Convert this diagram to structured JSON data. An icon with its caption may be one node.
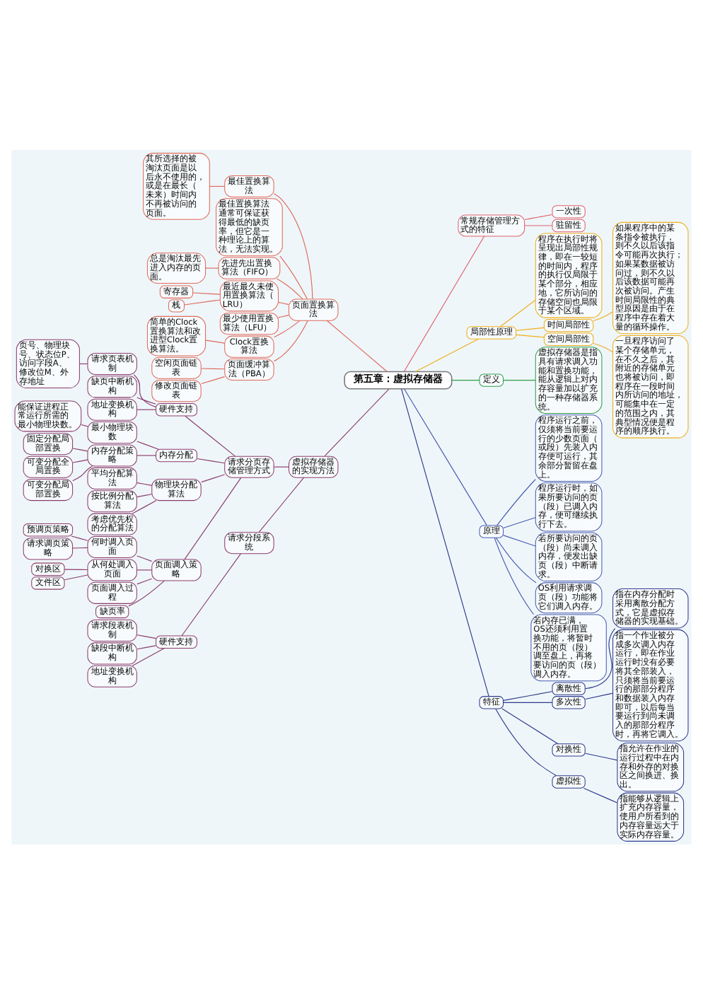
{
  "diagram": {
    "nodes": [
      {
        "text": [
          "第五章：虚拟存储器"
        ]
      },
      {
        "text": [
          "常规存储管理方式的特征"
        ]
      },
      {
        "text": [
          "一次性"
        ]
      },
      {
        "text": [
          "驻留性"
        ]
      },
      {
        "text": [
          "局部性原理"
        ]
      },
      {
        "text": [
          "程序在执行时将呈现出局部性规律，即在一较短的时间内，程序的执行仅局限于某个部分，相应地，它所访问的存储空间也局限于某个区域。"
        ]
      },
      {
        "text": [
          "时间局部性"
        ]
      },
      {
        "text": [
          "如果程序中的某条指令被执行，则不久以后该指令可能再次执行；如果某数据被访问过，则不久以后该数据可能再次被访问。产生时间局限性的典型原因是由于在程序中存在着大量的循环操作。"
        ]
      },
      {
        "text": [
          "空间局部性"
        ]
      },
      {
        "text": [
          "一旦程序访问了某个存储单元，在不久之后，其附近的存储单元也将被访问，即程序在一段时间内所访问的地址，可能集中在一定的范围之内，其典型情况便是程序的顺序执行。"
        ]
      },
      {
        "text": [
          "定义"
        ]
      },
      {
        "text": [
          "虚拟存储器是指具有请求调入功能和置换功能，能从逻辑上对内存容量加以扩充的一种存储器系统。"
        ]
      },
      {
        "text": [
          "原理"
        ]
      },
      {
        "text": [
          "程序运行之前，仅须将当前要运行的少数页面（或段）先装入内存便可运行，其余部分暂留在盘上。"
        ]
      },
      {
        "text": [
          "程序运行时，如果所要访问的页（段）已调入内存，便可继续执行下去。"
        ]
      },
      {
        "text": [
          "若所要访问的页（段）尚未调入内存，便发出缺页（段）中断请求。"
        ]
      },
      {
        "text": [
          "OS利用请求调页（段）功能将它们调入内存。"
        ]
      },
      {
        "text": [
          "若内存已满，OS还须利用置换功能，将暂时不用的页（段）调至盘上，再将要访问的页（段）调入内存。"
        ]
      },
      {
        "text": [
          "特征"
        ]
      },
      {
        "text": [
          "离散性"
        ]
      },
      {
        "text": [
          "指在内存分配时采用离散分配方式，它是虚拟存储器的实现基础。"
        ]
      },
      {
        "text": [
          "多次性"
        ]
      },
      {
        "text": [
          "指一个作业被分成多次调入内存运行，即在作业运行时没有必要将其全部装入，只须将当前要运行的那部分程序和数据装入内存即可，以后每当要运行到尚未调入的那部分程序时，再将它调入。"
        ]
      },
      {
        "text": [
          "对换性"
        ]
      },
      {
        "text": [
          "指允许在作业的运行过程中在内存和外存的对换区之间换进、换出。"
        ]
      },
      {
        "text": [
          "虚拟性"
        ]
      },
      {
        "text": [
          "指能够从逻辑上扩充内存容量，使用户所看到的内存容量远大于实际内存容量。"
        ]
      },
      {
        "text": [
          "页面置换算法"
        ]
      },
      {
        "text": [
          "最佳置换算法"
        ]
      },
      {
        "text": [
          "其所选择的被淘汰页面是以后永不使用的，或是在最长（未来）时间内不再被访问的页面。"
        ]
      },
      {
        "text": [
          "最佳置换算法通常可保证获得最低的缺页率，但它是一种理论上的算法，无法实现。"
        ]
      },
      {
        "text": [
          "先进先出置换算法（FIFO）"
        ]
      },
      {
        "text": [
          "总是淘汰最先进入内存的页面。"
        ]
      },
      {
        "text": [
          "最近最久未使用置换算法（LRU）"
        ]
      },
      {
        "text": [
          "寄存器"
        ]
      },
      {
        "text": [
          "栈"
        ]
      },
      {
        "text": [
          "最少使用置换算法（LFU）"
        ]
      },
      {
        "text": [
          "Clock置换算法"
        ]
      },
      {
        "text": [
          "简单的Clock置换算法和改进型Clock置换算法。"
        ]
      },
      {
        "text": [
          "页面缓冲算法（PBA）"
        ]
      },
      {
        "text": [
          "空闲页面链表"
        ]
      },
      {
        "text": [
          "修改页面链表"
        ]
      },
      {
        "text": [
          "虚拟存储器的实现方法"
        ]
      },
      {
        "text": [
          "请求分页存储管理方式"
        ]
      },
      {
        "text": [
          "硬件支持"
        ]
      },
      {
        "text": [
          "请求页表机制"
        ]
      },
      {
        "text": [
          "页号、物理块号、状态位P、访问字段A、修改位M、外存地址"
        ]
      },
      {
        "text": [
          "缺页中断机构"
        ]
      },
      {
        "text": [
          "地址变换机构"
        ]
      },
      {
        "text": [
          "内存分配"
        ]
      },
      {
        "text": [
          "最小物理块数"
        ]
      },
      {
        "text": [
          "能保证进程正常运行所需的最小物理块数。"
        ]
      },
      {
        "text": [
          "内存分配策略"
        ]
      },
      {
        "text": [
          "固定分配局部置换"
        ]
      },
      {
        "text": [
          "可变分配全局置换"
        ]
      },
      {
        "text": [
          "可变分配局部置换"
        ]
      },
      {
        "text": [
          "物理块分配算法"
        ]
      },
      {
        "text": [
          "平均分配算法"
        ]
      },
      {
        "text": [
          "按比例分配算法"
        ]
      },
      {
        "text": [
          "考虑优先权的分配算法"
        ]
      },
      {
        "text": [
          "页面调入策略"
        ]
      },
      {
        "text": [
          "何时调入页面"
        ]
      },
      {
        "text": [
          "预调页策略"
        ]
      },
      {
        "text": [
          "请求调页策略"
        ]
      },
      {
        "text": [
          "从何处调入页面"
        ]
      },
      {
        "text": [
          "对换区"
        ]
      },
      {
        "text": [
          "文件区"
        ]
      },
      {
        "text": [
          "页面调入过程"
        ]
      },
      {
        "text": [
          "缺页率"
        ]
      },
      {
        "text": [
          "请求分段系统"
        ]
      },
      {
        "text": [
          "硬件支持"
        ]
      },
      {
        "text": [
          "请求段表机制"
        ]
      },
      {
        "text": [
          "缺段中断机构"
        ]
      },
      {
        "text": [
          "地址变换机构"
        ]
      }
    ],
    "edges": [
      {
        "from": 0,
        "to": 1,
        "arrow": "none",
        "color": "#e0606a"
      },
      {
        "from": 1,
        "to": 2,
        "arrow": "none",
        "color": "#e0606a"
      },
      {
        "from": 1,
        "to": 3,
        "arrow": "none",
        "color": "#e0606a"
      },
      {
        "from": 0,
        "to": 4,
        "arrow": "none",
        "color": "#eeae1c"
      },
      {
        "from": 4,
        "to": 5,
        "arrow": "none",
        "color": "#eeae1c"
      },
      {
        "from": 4,
        "to": 6,
        "arrow": "none",
        "color": "#eeae1c"
      },
      {
        "from": 6,
        "to": 7,
        "arrow": "none",
        "color": "#eeae1c"
      },
      {
        "from": 4,
        "to": 8,
        "arrow": "none",
        "color": "#eeae1c"
      },
      {
        "from": 8,
        "to": 9,
        "arrow": "none",
        "color": "#eeae1c"
      },
      {
        "from": 0,
        "to": 10,
        "arrow": "none",
        "color": "#2f9e44"
      },
      {
        "from": 10,
        "to": 11,
        "arrow": "none",
        "color": "#2f9e44"
      },
      {
        "from": 0,
        "to": 12,
        "arrow": "none",
        "color": "#4a5cb0"
      },
      {
        "from": 12,
        "to": 13,
        "arrow": "none",
        "color": "#4a5cb0"
      },
      {
        "from": 12,
        "to": 14,
        "arrow": "none",
        "color": "#4a5cb0"
      },
      {
        "from": 12,
        "to": 15,
        "arrow": "none",
        "color": "#4a5cb0"
      },
      {
        "from": 12,
        "to": 16,
        "arrow": "none",
        "color": "#4a5cb0"
      },
      {
        "from": 12,
        "to": 17,
        "arrow": "none",
        "color": "#4a5cb0"
      },
      {
        "from": 0,
        "to": 18,
        "arrow": "none",
        "color": "#2e3a8c"
      },
      {
        "from": 18,
        "to": 19,
        "arrow": "none",
        "color": "#2e3a8c"
      },
      {
        "from": 19,
        "to": 20,
        "arrow": "none",
        "color": "#2e3a8c"
      },
      {
        "from": 18,
        "to": 21,
        "arrow": "none",
        "color": "#2e3a8c"
      },
      {
        "from": 21,
        "to": 22,
        "arrow": "none",
        "color": "#2e3a8c"
      },
      {
        "from": 18,
        "to": 23,
        "arrow": "none",
        "color": "#2e3a8c"
      },
      {
        "from": 23,
        "to": 24,
        "arrow": "none",
        "color": "#2e3a8c"
      },
      {
        "from": 18,
        "to": 25,
        "arrow": "none",
        "color": "#2e3a8c"
      },
      {
        "from": 25,
        "to": 26,
        "arrow": "none",
        "color": "#2e3a8c"
      },
      {
        "from": 27,
        "to": 0,
        "arrow": "none",
        "color": "#e06a5a"
      },
      {
        "from": 28,
        "to": 27,
        "arrow": "none",
        "color": "#e06a5a"
      },
      {
        "from": 29,
        "to": 28,
        "arrow": "none",
        "color": "#e06a5a"
      },
      {
        "from": 30,
        "to": 27,
        "arrow": "none",
        "color": "#e06a5a"
      },
      {
        "from": 31,
        "to": 27,
        "arrow": "none",
        "color": "#e06a5a"
      },
      {
        "from": 32,
        "to": 31,
        "arrow": "none",
        "color": "#e06a5a"
      },
      {
        "from": 33,
        "to": 27,
        "arrow": "none",
        "color": "#e06a5a"
      },
      {
        "from": 34,
        "to": 33,
        "arrow": "none",
        "color": "#e06a5a"
      },
      {
        "from": 35,
        "to": 33,
        "arrow": "none",
        "color": "#e06a5a"
      },
      {
        "from": 36,
        "to": 27,
        "arrow": "none",
        "color": "#e06a5a"
      },
      {
        "from": 37,
        "to": 27,
        "arrow": "none",
        "color": "#e06a5a"
      },
      {
        "from": 38,
        "to": 37,
        "arrow": "none",
        "color": "#e06a5a"
      },
      {
        "from": 39,
        "to": 27,
        "arrow": "none",
        "color": "#e06a5a"
      },
      {
        "from": 40,
        "to": 39,
        "arrow": "none",
        "color": "#e06a5a"
      },
      {
        "from": 41,
        "to": 39,
        "arrow": "none",
        "color": "#e06a5a"
      },
      {
        "from": 42,
        "to": 0,
        "arrow": "none"
      },
      {
        "from": 43,
        "to": 42,
        "arrow": "none"
      },
      {
        "from": 44,
        "to": 43,
        "arrow": "none"
      },
      {
        "from": 45,
        "to": 44,
        "arrow": "none"
      },
      {
        "from": 46,
        "to": 45,
        "arrow": "none"
      },
      {
        "from": 47,
        "to": 44,
        "arrow": "none"
      },
      {
        "from": 48,
        "to": 44,
        "arrow": "none"
      },
      {
        "from": 49,
        "to": 43,
        "arrow": "none"
      },
      {
        "from": 50,
        "to": 49,
        "arrow": "none"
      },
      {
        "from": 51,
        "to": 50,
        "arrow": "none"
      },
      {
        "from": 52,
        "to": 49,
        "arrow": "none"
      },
      {
        "from": 53,
        "to": 52,
        "arrow": "none"
      },
      {
        "from": 54,
        "to": 52,
        "arrow": "none"
      },
      {
        "from": 55,
        "to": 52,
        "arrow": "none"
      },
      {
        "from": 56,
        "to": 43,
        "arrow": "none"
      },
      {
        "from": 57,
        "to": 56,
        "arrow": "none"
      },
      {
        "from": 58,
        "to": 56,
        "arrow": "none"
      },
      {
        "from": 59,
        "to": 56,
        "arrow": "none"
      },
      {
        "from": 60,
        "to": 43,
        "arrow": "none"
      },
      {
        "from": 61,
        "to": 60,
        "arrow": "none"
      },
      {
        "from": 62,
        "to": 61,
        "arrow": "none"
      },
      {
        "from": 63,
        "to": 61,
        "arrow": "none"
      },
      {
        "from": 64,
        "to": 60,
        "arrow": "none"
      },
      {
        "from": 65,
        "to": 64,
        "arrow": "none"
      },
      {
        "from": 66,
        "to": 64,
        "arrow": "none"
      },
      {
        "from": 67,
        "to": 60,
        "arrow": "none"
      },
      {
        "from": 68,
        "to": 60,
        "arrow": "none"
      },
      {
        "from": 69,
        "to": 42,
        "arrow": "none"
      },
      {
        "from": 70,
        "to": 69,
        "arrow": "none"
      },
      {
        "from": 71,
        "to": 70,
        "arrow": "none"
      },
      {
        "from": 72,
        "to": 70,
        "arrow": "none"
      },
      {
        "from": 73,
        "to": 70,
        "arrow": "none"
      }
    ]
  }
}
